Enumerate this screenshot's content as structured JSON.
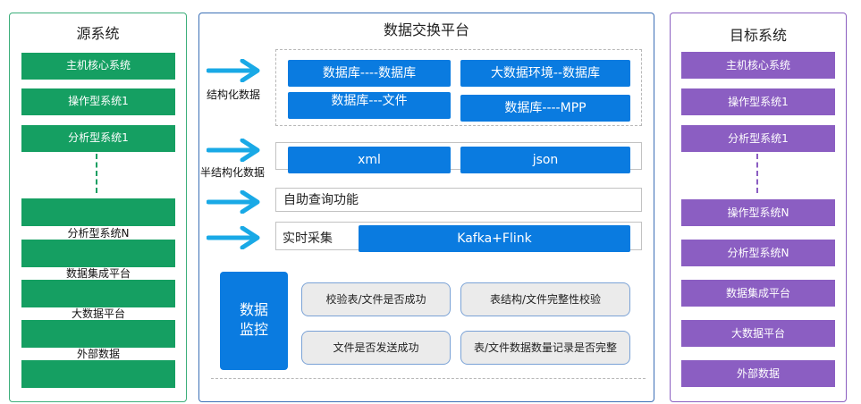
{
  "left": {
    "title": "源系统",
    "items": [
      "主机核心系统",
      "操作型系统1",
      "分析型系统1"
    ],
    "lower_items": [
      "分析型系统N",
      "数据集成平台",
      "大数据平台",
      "外部数据"
    ]
  },
  "middle": {
    "title": "数据交换平台",
    "structured_label": "结构化数据",
    "structured_boxes": [
      "数据库----数据库",
      "大数据环境--数据库",
      "数据库---文件",
      "数据库----MPP"
    ],
    "semi_label": "半结构化数据",
    "semi_boxes": [
      "xml",
      "json"
    ],
    "self_query": "自助查询功能",
    "realtime_label": "实时采集",
    "realtime_box": "Kafka+Flink",
    "monitor_title": "数据\n监控",
    "monitor_checks": [
      "校验表/文件是否成功",
      "表结构/文件完整性校验",
      "文件是否发送成功",
      "表/文件数据数量记录是否完整"
    ]
  },
  "right": {
    "title": "目标系统",
    "items": [
      "主机核心系统",
      "操作型系统1",
      "分析型系统1"
    ],
    "lower_items": [
      "操作型系统N",
      "分析型系统N",
      "数据集成平台",
      "大数据平台",
      "外部数据"
    ]
  },
  "colors": {
    "green": "#159f62",
    "blue": "#0a7be0",
    "purple": "#8b5ec2",
    "arrow": "#19a9e6"
  }
}
